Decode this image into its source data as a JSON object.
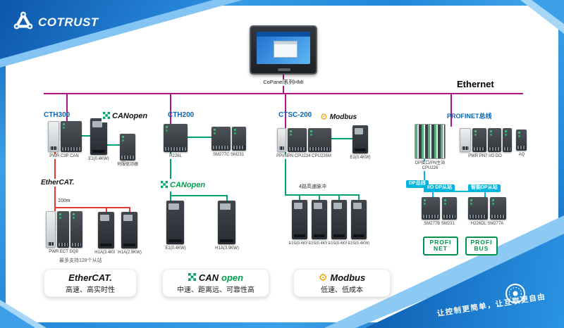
{
  "brand": {
    "name": "COTRUST"
  },
  "hmi": {
    "caption": "CoPanel系列HMI"
  },
  "network": {
    "ethernet": "Ethernet"
  },
  "cth300": {
    "title": "CTH300",
    "canopen": "CANopen",
    "plc_top": "PWR C3P CAN",
    "drive_top": "E1(0.4KW)",
    "module": "伺服驱动器",
    "ethercat": "EtherCAT.",
    "distance": "100m",
    "plc_bottom": "PWR ECT DQ8",
    "drive_a": "H1A(3.4KW)",
    "drive_b": "H1A(2.9KW)",
    "note": "最多支持128个从站"
  },
  "cth200": {
    "title": "CTH200",
    "plc": "H226L",
    "modules": "SM277C SM231",
    "canopen": "CANopen",
    "drive_a": "E1(0.4KW)",
    "drive_b": "H1A(3.9KW)"
  },
  "ctsc200": {
    "title": "CTSC-200",
    "modbus": "Modbus",
    "plc": "PPI/NPN CPU224 CPU226M",
    "drive_top": "E1(0.4KW)",
    "pulse": "4路高速脉冲",
    "drives": [
      "E1S(0.4KW)",
      "E1S(0.4KW)",
      "E1S(0.4KW)",
      "E1S(0.4KW)"
    ]
  },
  "profinet": {
    "title": "PROFINET总线",
    "rack_line1": "DP接口/PN主站",
    "rack_line2": "CPU226",
    "plc": "PWR PN7 I/O DO",
    "aq": "AQ",
    "dp_bus": "DP总线",
    "io_slave": "I/O DP从站",
    "smart_slave": "智能DP从站",
    "slave_a": "SM277B SM231",
    "slave_b": "H226DL SM277A",
    "pn_logo": [
      "PROFI",
      "NET"
    ],
    "pb_logo": [
      "PROFI",
      "BUS"
    ]
  },
  "cards": [
    {
      "logo": "EtherCAT.",
      "desc": "高速、高实时性"
    },
    {
      "logo_can": "CAN",
      "logo_open": "open",
      "desc": "中速、距离远、可靠性高"
    },
    {
      "logo": "Modbus",
      "desc": "低速、低成本"
    }
  ],
  "footer": {
    "slogan": "让控制更简单，让互联更自由"
  },
  "icons": {
    "modbus_gear": "⚙"
  },
  "colors": {
    "frame_blue": "#1e82d8",
    "ethernet_magenta": "#b01287",
    "canopen_green": "#00a173",
    "ethercat_red": "#e63b33",
    "dp_cyan": "#00b5e2",
    "modbus_yellow": "#f0a500",
    "pi_green": "#00914c",
    "label_blue": "#0a64b4"
  }
}
